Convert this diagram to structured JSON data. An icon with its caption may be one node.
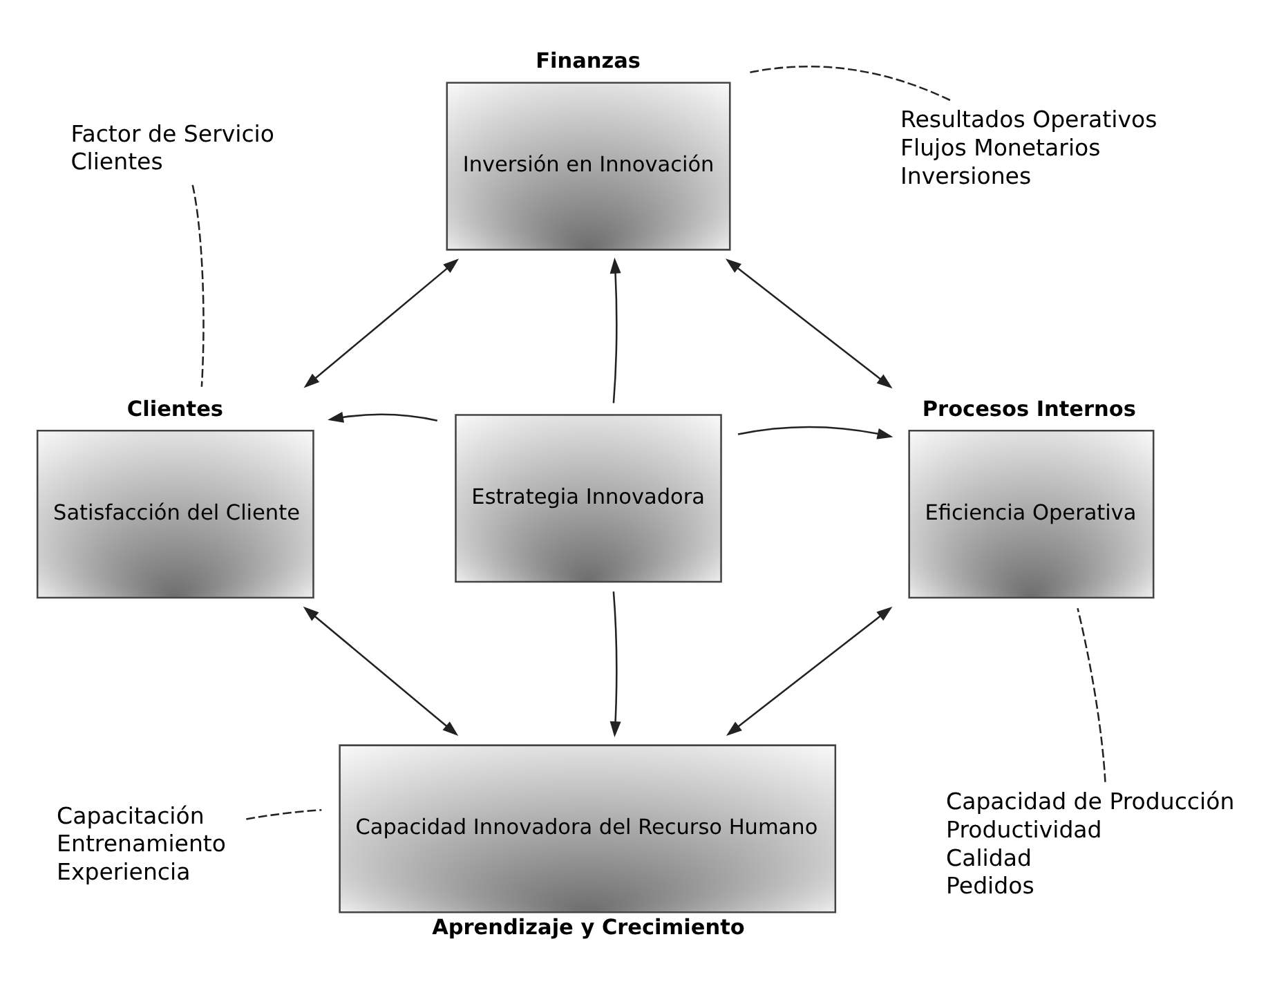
{
  "diagram": {
    "nodes": [
      {
        "text": [
          "Finanzas",
          "Inversión en Innovación"
        ]
      },
      {
        "text": [
          "Clientes",
          "Satisfacción del Cliente"
        ]
      },
      {
        "text": [
          "Estrategia Innovadora"
        ]
      },
      {
        "text": [
          "Procesos Internos",
          "Eficiencia Operativa"
        ]
      },
      {
        "text": [
          "Capacidad Innovadora del Recurso Humano",
          "Aprendizaje y Crecimiento"
        ]
      },
      {
        "text": [
          "Factor de Servicio",
          "Clientes"
        ]
      },
      {
        "text": [
          "Resultados Operativos",
          "Flujos Monetarios",
          "Inversiones"
        ]
      },
      {
        "text": [
          "Capacitación",
          "Entrenamiento",
          "Experiencia"
        ]
      },
      {
        "text": [
          "Capacidad de Producción",
          "Productividad",
          "Calidad",
          "Pedidos"
        ]
      }
    ],
    "edges": [
      {
        "from": 2,
        "to": 0,
        "arrow": "to"
      },
      {
        "from": 2,
        "to": 1,
        "arrow": "to"
      },
      {
        "from": 2,
        "to": 3,
        "arrow": "to"
      },
      {
        "from": 2,
        "to": 4,
        "arrow": "to"
      },
      {
        "from": 1,
        "to": 0,
        "arrow": "both"
      },
      {
        "from": 0,
        "to": 3,
        "arrow": "both"
      },
      {
        "from": 1,
        "to": 4,
        "arrow": "both"
      },
      {
        "from": 3,
        "to": 4,
        "arrow": "both"
      },
      {
        "from": 5,
        "to": 1,
        "arrow": "none",
        "style": "dashed"
      },
      {
        "from": 6,
        "to": 0,
        "arrow": "none",
        "style": "dashed"
      },
      {
        "from": 7,
        "to": 4,
        "arrow": "none",
        "style": "dashed"
      },
      {
        "from": 8,
        "to": 3,
        "arrow": "none",
        "style": "dashed"
      }
    ]
  }
}
